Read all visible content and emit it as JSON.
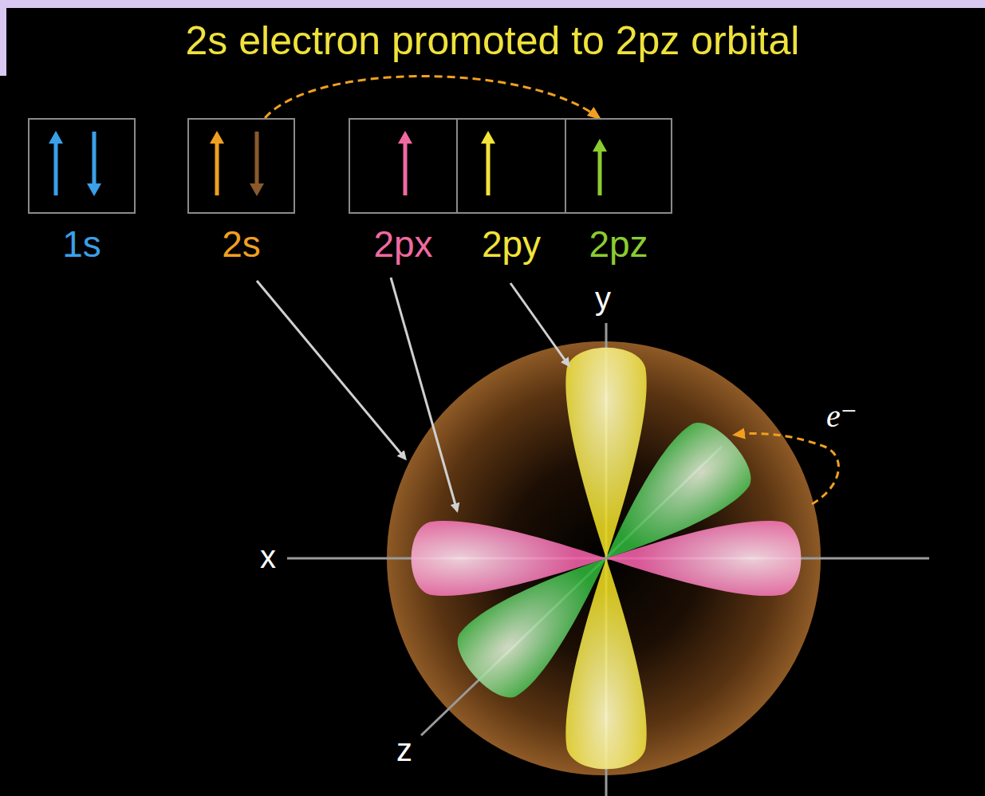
{
  "diagram": {
    "title": "2s electron promoted to 2pz orbital",
    "nodes": [
      {
        "text": [
          "1s"
        ]
      },
      {
        "text": [
          "2s"
        ]
      },
      {
        "text": [
          "2px"
        ]
      },
      {
        "text": [
          "2py"
        ]
      },
      {
        "text": [
          "2pz"
        ]
      }
    ],
    "edges": [
      {
        "from": 1,
        "to": 4,
        "arrow": "to"
      }
    ],
    "labels": [
      "y",
      "x",
      "z",
      "e⁻"
    ]
  }
}
